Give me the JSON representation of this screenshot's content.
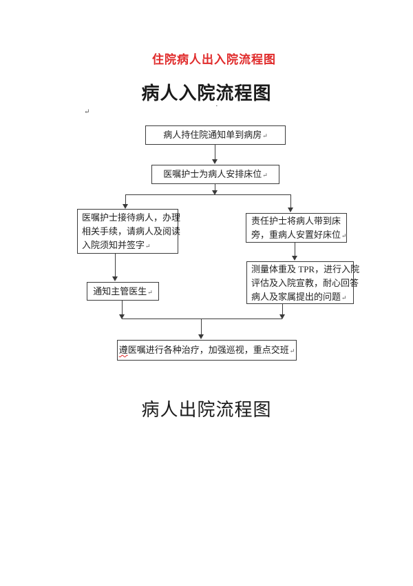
{
  "page": {
    "doc_title": "住院病人出入院流程图",
    "admission_section_title": "病人入院流程图",
    "discharge_section_title": "病人出院流程图",
    "paragraph_mark": "↵",
    "stray_dot": "·"
  },
  "flowchart": {
    "nodes": {
      "notice_to_ward": "病人持住院通知单到病房",
      "arrange_bed": "医嘱护士为病人安排床位",
      "reception_lines": [
        "医嘱护士接待病人，办理",
        "相关手续，请病人及阅读",
        "入院须知并签字"
      ],
      "notify_doctor": "通知主管医生",
      "bedside_lines": [
        "责任护士将病人带到床",
        "旁，重病人安置好床位"
      ],
      "assessment_lines": [
        "测量体重及 TPR，进行入院",
        "评估及入院宣教，耐心回答",
        "病人及家属提出的问题"
      ],
      "treatment_first_char": "遵",
      "treatment_rest": "医嘱进行各种治疗，加强巡视，重点交班"
    }
  },
  "colors": {
    "title_red": "#e02b2b",
    "line_color": "#3a3a3a",
    "squiggle_red": "#e02b2b"
  }
}
